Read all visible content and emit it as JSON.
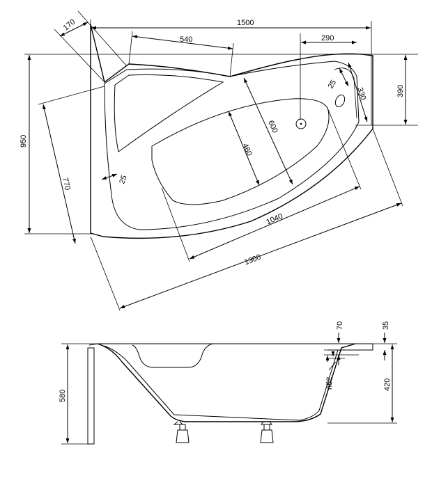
{
  "top_view": {
    "dimensions": {
      "d1500": "1500",
      "d540": "540",
      "d290": "290",
      "d170": "170",
      "d390": "390",
      "d950": "950",
      "d770": "770",
      "d600": "600",
      "d460": "460",
      "d25_top": "25",
      "d330": "330",
      "d25_left": "25",
      "d1040": "1040",
      "d1300": "1300"
    }
  },
  "side_view": {
    "dimensions": {
      "d70": "70",
      "d35": "35",
      "d580": "580",
      "d420": "420",
      "dn52": "n52"
    }
  }
}
